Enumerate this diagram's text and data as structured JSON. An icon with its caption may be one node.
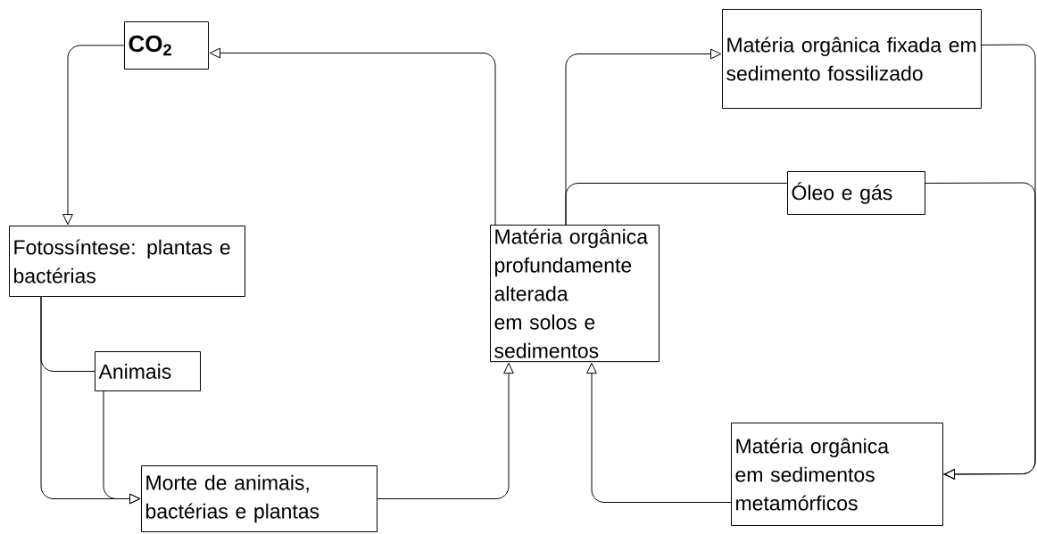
{
  "diagram": {
    "nodes": [
      {
        "text": [
          "CO$_{2}$"
        ]
      },
      {
        "text": [
          "Fotossíntese: plantas e bactérias"
        ]
      },
      {
        "text": [
          "Animais"
        ]
      },
      {
        "text": [
          "Morte de animais, bactérias e plantas"
        ]
      },
      {
        "text": [
          "Matéria orgânica profundamente alterada em solos e sedimentos"
        ]
      },
      {
        "text": [
          "Matéria orgânica fixada em sedimento fossilizado"
        ]
      },
      {
        "text": [
          "Óleo e gás"
        ]
      },
      {
        "text": [
          "Matéria orgânica em sedimentos metamórficos"
        ]
      }
    ],
    "edges": [
      {
        "from": 0,
        "to": 1,
        "arrow": "to"
      },
      {
        "from": 4,
        "to": 0,
        "arrow": "to"
      },
      {
        "from": 1,
        "to": 3,
        "arrow": "to"
      },
      {
        "from": 1,
        "to": 2,
        "arrow": "none"
      },
      {
        "from": 2,
        "to": 3,
        "arrow": "to"
      },
      {
        "from": 3,
        "to": 4,
        "arrow": "to"
      },
      {
        "from": 4,
        "to": 5,
        "arrow": "to"
      },
      {
        "from": 4,
        "to": 6,
        "arrow": "none"
      },
      {
        "from": 5,
        "to": 7,
        "arrow": "to"
      },
      {
        "from": 6,
        "to": 7,
        "arrow": "to"
      },
      {
        "from": 7,
        "to": 4,
        "arrow": "to"
      }
    ]
  }
}
